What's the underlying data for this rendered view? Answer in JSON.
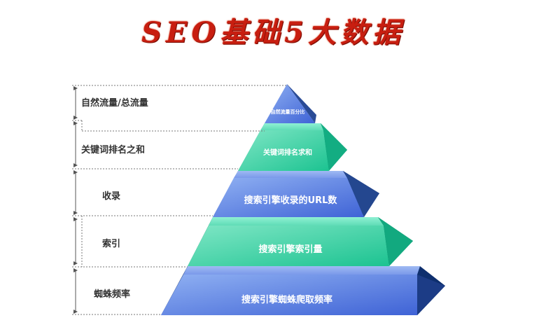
{
  "title": "SEO基础5大数据",
  "levels": [
    {
      "side_label": "自然流量/总流量",
      "tier_label": "自然流量百分比"
    },
    {
      "side_label": "关键词排名之和",
      "tier_label": "关键词排名求和"
    },
    {
      "side_label": "收录",
      "tier_label": "搜索引擎收录的URL数"
    },
    {
      "side_label": "索引",
      "tier_label": "搜索引擎索引量"
    },
    {
      "side_label": "蜘蛛频率",
      "tier_label": "搜索引擎蜘蛛爬取频率"
    }
  ],
  "colors": {
    "blue_front": "#5b7fe0",
    "blue_side": "#1e3f86",
    "green_front": "#3bd3a6",
    "green_side": "#0f9f78",
    "title": "#c81e10"
  }
}
